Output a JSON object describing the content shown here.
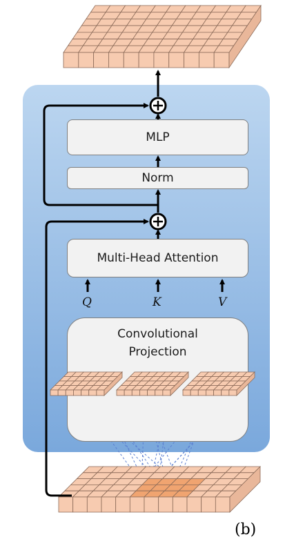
{
  "blocks": {
    "mlp": "MLP",
    "norm": "Norm",
    "attention": "Multi-Head Attention",
    "conv_projection": "Convolutional\nProjection"
  },
  "inputs": {
    "q": "Q",
    "k": "K",
    "v": "V"
  },
  "caption": "(b)",
  "colors": {
    "panel_top": "#b7d3ee",
    "panel_bottom": "#7ca9dc",
    "token_cell": "#f7cbb0",
    "token_highlight": "#f0a470",
    "arrow": "#000000",
    "dashed_line": "#5b7fd0"
  }
}
